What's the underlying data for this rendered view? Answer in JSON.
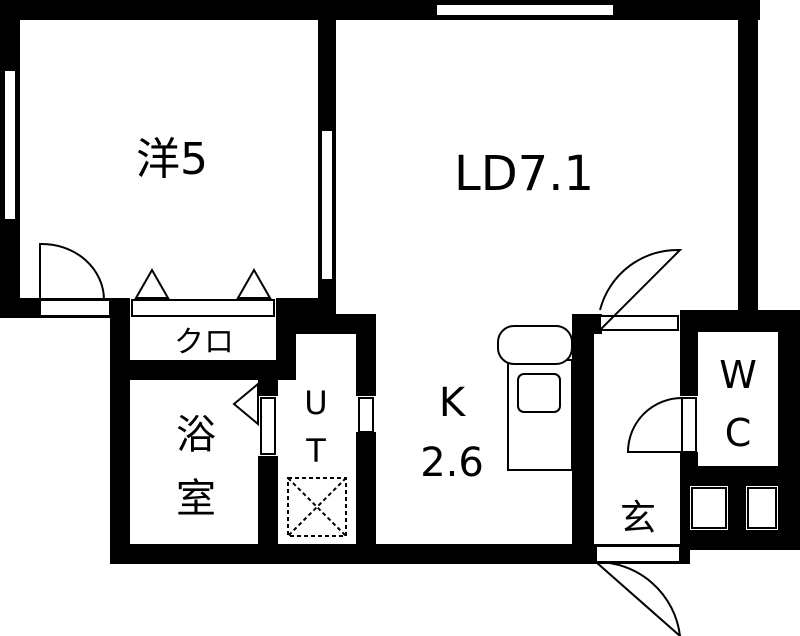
{
  "rooms": {
    "western_room": {
      "kanji": "洋",
      "size": "5"
    },
    "living_dining": {
      "label": "LD7.1"
    },
    "kitchen": {
      "letter": "K",
      "size": "2.6"
    },
    "closet": {
      "label": "クロ"
    },
    "bathroom": {
      "line1": "浴",
      "line2": "室"
    },
    "utility": {
      "line1": "U",
      "line2": "T"
    },
    "toilet": {
      "line1": "W",
      "line2": "C"
    },
    "entrance": {
      "label": "玄"
    }
  },
  "colors": {
    "wall": "#000000",
    "background": "#ffffff",
    "fixture": "#000000"
  }
}
